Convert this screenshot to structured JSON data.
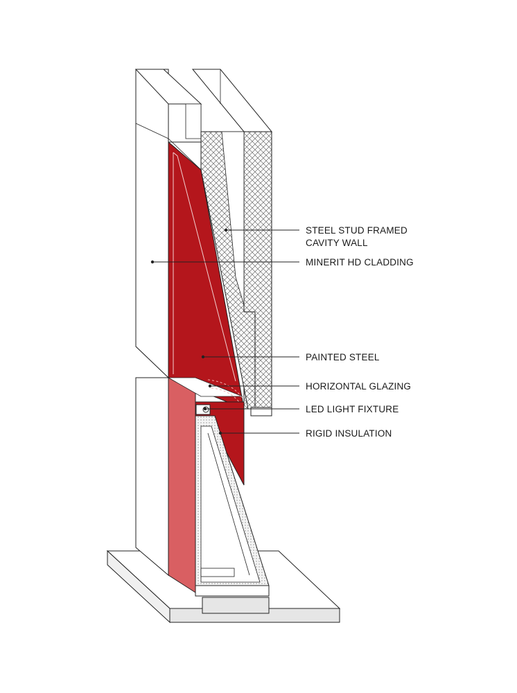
{
  "callouts": [
    {
      "id": "steel-stud",
      "lines": [
        "STEEL STUD FRAMED",
        "CAVITY WALL"
      ]
    },
    {
      "id": "minerit",
      "lines": [
        "MINERIT HD CLADDING"
      ]
    },
    {
      "id": "painted-steel",
      "lines": [
        "PAINTED STEEL"
      ]
    },
    {
      "id": "horizontal-glazing",
      "lines": [
        "HORIZONTAL GLAZING"
      ]
    },
    {
      "id": "led-fixture",
      "lines": [
        "LED LIGHT FIXTURE"
      ]
    },
    {
      "id": "rigid-insulation",
      "lines": [
        "RIGID INSULATION"
      ]
    }
  ],
  "colors": {
    "painted_steel": "#b4161c",
    "painted_steel_light": "#d95f62",
    "slab": "#e6e6e6",
    "stroke": "#222222",
    "insulation_fill": "#f4f4f4"
  }
}
